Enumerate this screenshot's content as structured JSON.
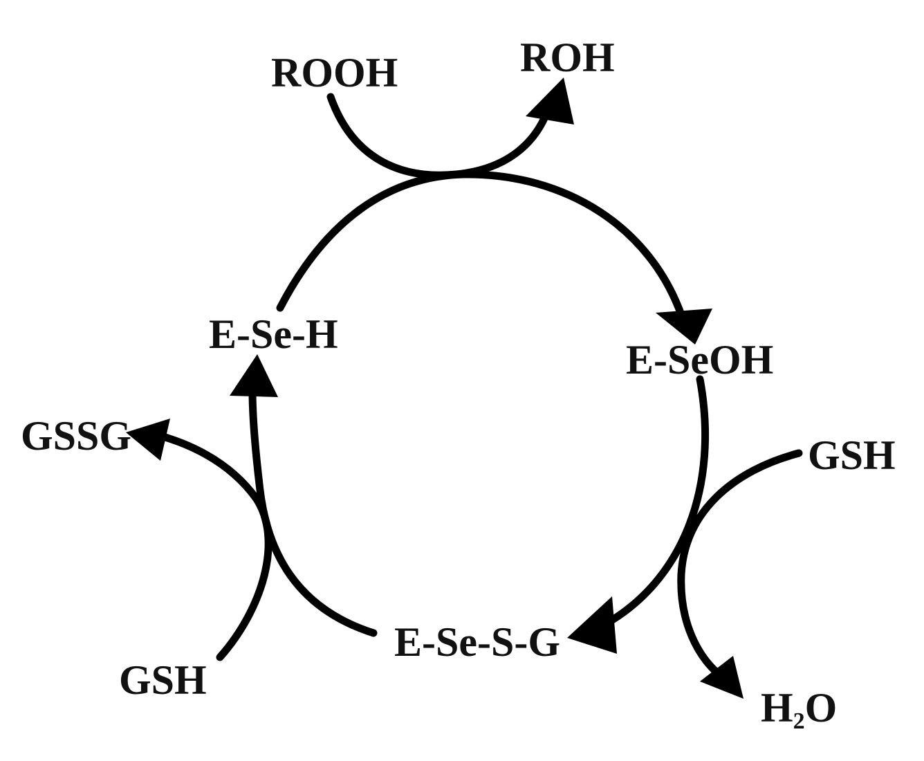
{
  "diagram": {
    "nodes": {
      "rooh": "ROOH",
      "roh": "ROH",
      "e_se_h": "E-Se-H",
      "e_seoh": "E-SeOH",
      "gsh_right": "GSH",
      "h2o_main": "H",
      "h2o_sub": "2",
      "h2o_tail": "O",
      "e_se_s_g": "E-Se-S-G",
      "gsh_bottom": "GSH",
      "gssg": "GSSG"
    },
    "colors": {
      "ink": "#000000",
      "background": "#ffffff"
    }
  }
}
